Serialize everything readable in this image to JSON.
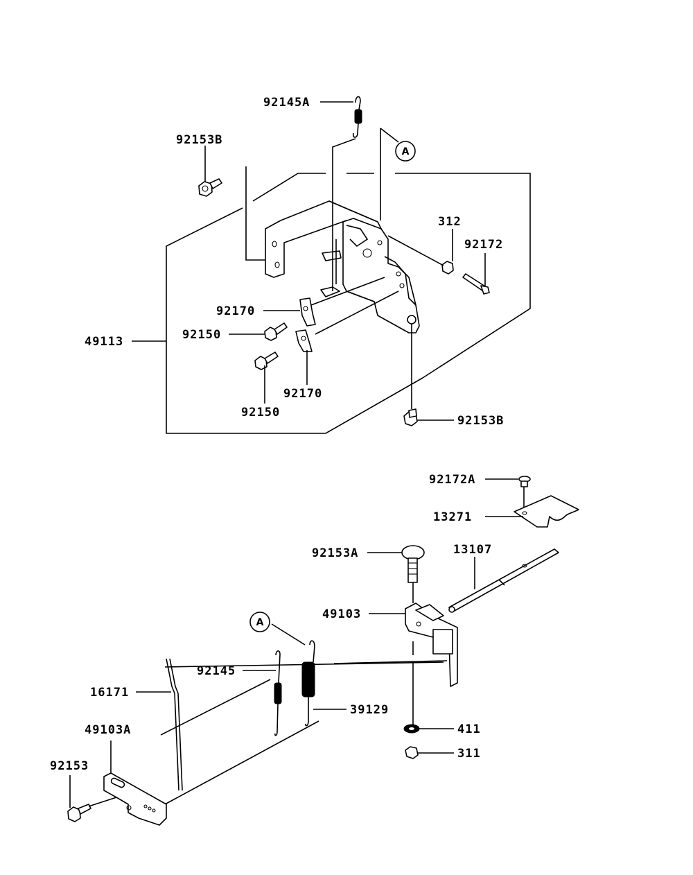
{
  "labels": {
    "p92145A": "92145A",
    "p92153B_top": "92153B",
    "p312": "312",
    "p92172": "92172",
    "p92170_a": "92170",
    "p92150_a": "92150",
    "p49113": "49113",
    "p92170_b": "92170",
    "p92150_b": "92150",
    "p92153B_bot": "92153B",
    "p92172A": "92172A",
    "p13271": "13271",
    "p92153A": "92153A",
    "p13107": "13107",
    "p49103": "49103",
    "p92145": "92145",
    "p16171": "16171",
    "p39129": "39129",
    "p49103A": "49103A",
    "p411": "411",
    "p92153": "92153",
    "p311": "311"
  },
  "refs": {
    "ref_top": "A",
    "ref_bottom": "A"
  }
}
